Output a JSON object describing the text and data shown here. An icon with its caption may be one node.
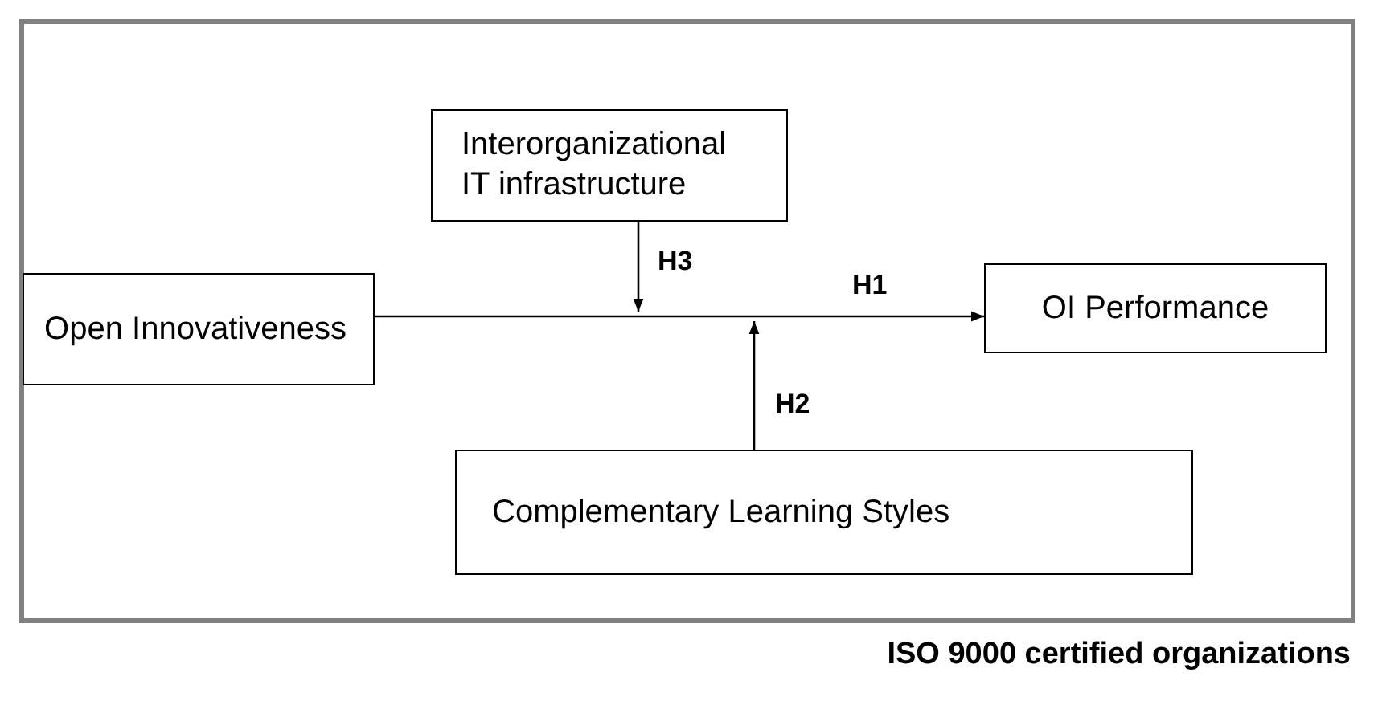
{
  "diagram": {
    "nodes": [
      {
        "text": [
          "ISO 9000 certified organizations"
        ]
      },
      {
        "text": [
          "Interorganizational IT infrastructure"
        ],
        "in": 0
      },
      {
        "text": [
          "Open Innovativeness"
        ],
        "in": 0
      },
      {
        "text": [
          "OI Performance"
        ],
        "in": 0
      },
      {
        "text": [
          "Complementary Learning Styles"
        ],
        "in": 0
      }
    ],
    "edges": [
      {
        "from": 2,
        "to": 3,
        "arrow": "to",
        "label": "H1"
      },
      {
        "from": 1,
        "to": null,
        "arrow": "to",
        "label": "H3"
      },
      {
        "from": 4,
        "to": null,
        "arrow": "to",
        "label": "H2"
      }
    ]
  }
}
